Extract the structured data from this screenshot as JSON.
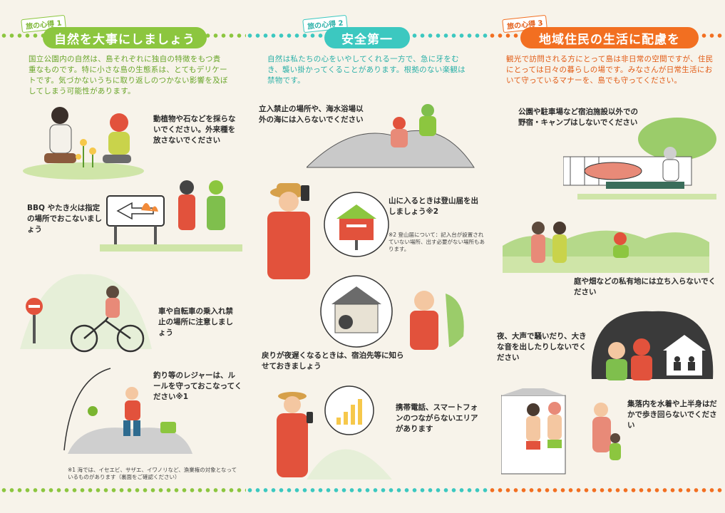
{
  "colors": {
    "green": "#8cc63f",
    "teal": "#3cc8c0",
    "orange": "#f26f21"
  },
  "sections": [
    {
      "tag": "旅の心得 1",
      "title": "自然を大事にしましょう",
      "intro": "国立公園内の自然は、島それぞれに独自の特徴をもつ貴重なものです。特に小さな島の生態系は、とてもデリケートです。気づかないうちに取り返しのつかない影響を及ぼしてしまう可能性があります。",
      "items": [
        "動植物や石などを採らないでください。外来種を放さないでください",
        "BBQ やたき火は指定の場所でおこないましょう",
        "車や自転車の乗入れ禁止の場所に注意しましょう",
        "釣り等のレジャーは、ルールを守っておこなってください※1"
      ],
      "note": "※1 海では、イセエビ、サザエ、イワノリなど、漁業権の対象となっているものがあります（裏面をご確認ください）"
    },
    {
      "tag": "旅の心得 2",
      "title": "安全第一",
      "intro": "自然は私たちの心をいやしてくれる一方で、急に牙をむき、襲い掛かってくることがあります。根拠のない楽観は禁物です。",
      "items": [
        "立入禁止の場所や、海水浴場以外の海には入らないでください",
        "山に入るときは登山届を出しましょう※2",
        "戻りが夜遅くなるときは、宿泊先等に知らせておきましょう",
        "携帯電話、スマートフォンのつながらないエリアがあります"
      ],
      "note": "※2 登山届について：記入台が設置されていない場所、出す必要がない場所もあります。"
    },
    {
      "tag": "旅の心得 3",
      "title": "地域住民の生活に配慮を",
      "intro": "観光で訪問される方にとって島は非日常の空間ですが、住民にとっては日々の暮らしの場です。みなさんが日常生活において守っているマナーを、島でも守ってください。",
      "items": [
        "公園や駐車場など宿泊施設以外での野宿・キャンプはしないでください",
        "庭や畑などの私有地には立ち入らないでください",
        "夜、大声で騒いだり、大きな音を出したりしないでください",
        "集落内を水着や上半身はだかで歩き回らないでください"
      ]
    }
  ],
  "icons": {
    "arrow_sign": "left-arrow-sign-icon",
    "no_entry_sign": "no-entry-sign-icon",
    "mailbox": "climbing-registration-box-icon",
    "signal_bars": "signal-bars-icon",
    "house": "house-icon"
  }
}
